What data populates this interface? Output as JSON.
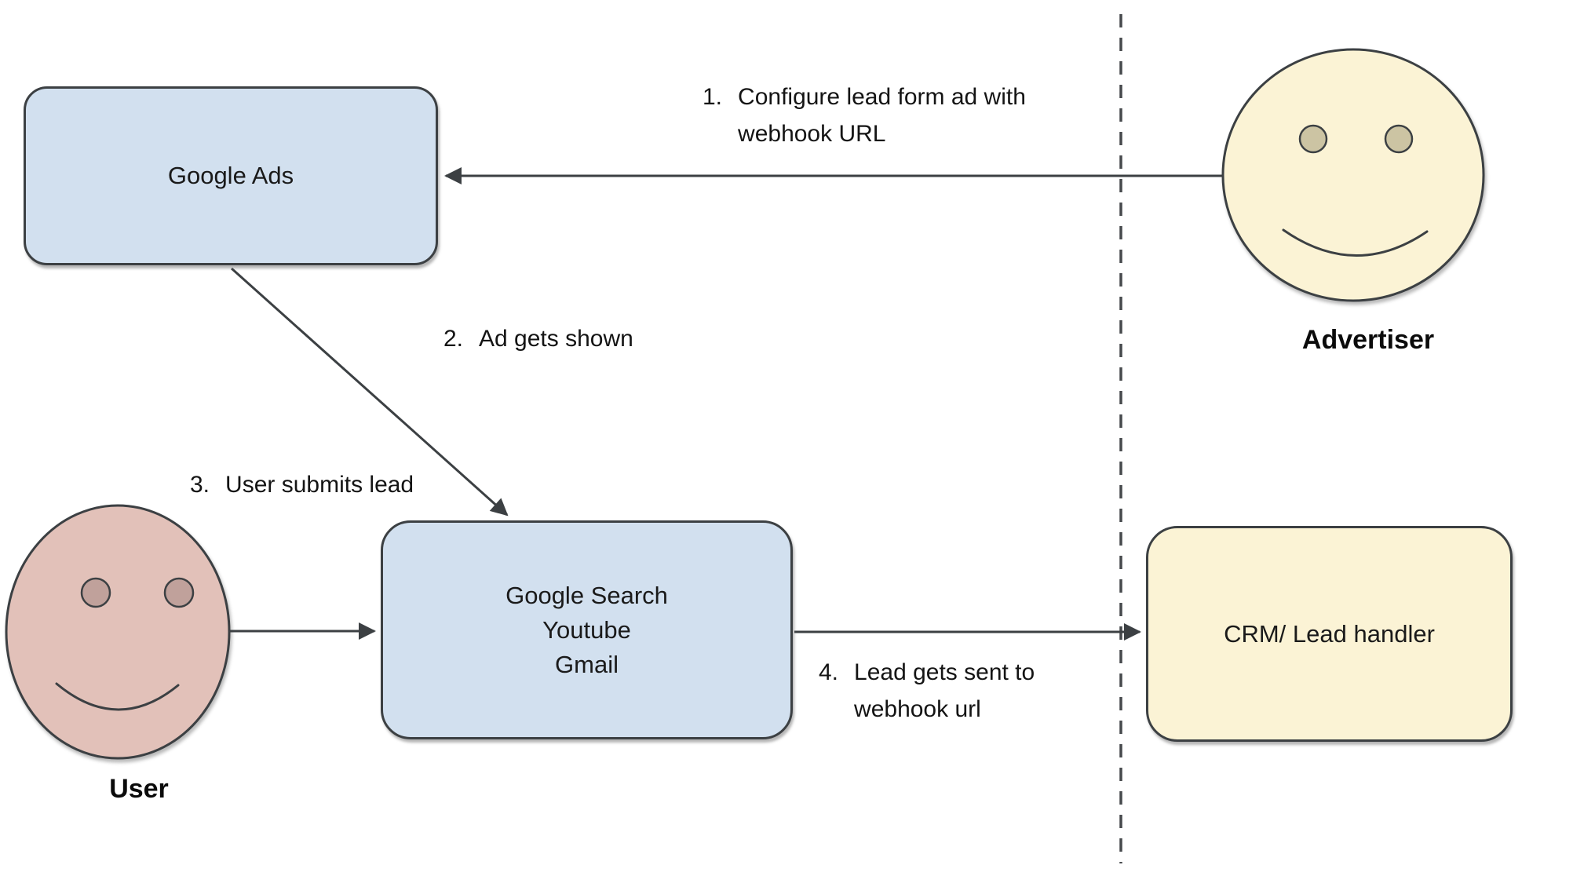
{
  "colors": {
    "node-blue": "#d2e0ef",
    "node-yellow": "#fbf3d5",
    "user-skin": "#e2c1b9",
    "user-eye": "#c0a19b",
    "advertiser-eye": "#ccc4a3",
    "line": "#3c4043",
    "text": "#1a1a1a"
  },
  "nodes": {
    "google_ads": {
      "label": "Google Ads"
    },
    "google_properties": {
      "line1": "Google Search",
      "line2": "Youtube",
      "line3": "Gmail"
    },
    "crm": {
      "label": "CRM/ Lead handler"
    }
  },
  "actors": {
    "advertiser": {
      "label": "Advertiser"
    },
    "user": {
      "label": "User"
    }
  },
  "steps": [
    {
      "num": "1.",
      "text": "Configure lead form ad with webhook URL"
    },
    {
      "num": "2.",
      "text": "Ad gets shown"
    },
    {
      "num": "3.",
      "text": "User submits lead"
    },
    {
      "num": "4.",
      "text": "Lead gets sent to webhook url"
    }
  ]
}
